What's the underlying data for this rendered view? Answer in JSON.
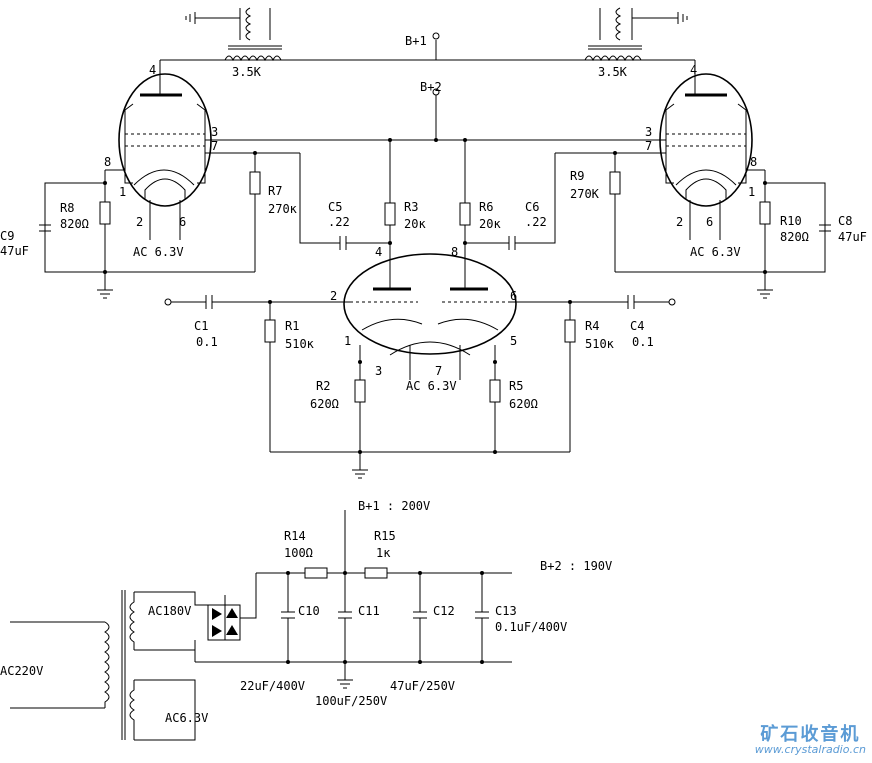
{
  "schematic": {
    "supplies": {
      "b1": "B+1",
      "b2": "B+2"
    },
    "transformers": {
      "left": "3.5K",
      "right": "3.5K"
    },
    "tube_pins": {
      "left": [
        "4",
        "3",
        "7",
        "8",
        "1",
        "2",
        "6"
      ],
      "right": [
        "4",
        "3",
        "7",
        "8",
        "1",
        "2",
        "6"
      ],
      "center": [
        "2",
        "6",
        "4",
        "8",
        "1",
        "3",
        "7",
        "5"
      ]
    },
    "heaters": {
      "left": "AC 6.3V",
      "right": "AC 6.3V",
      "center": "AC 6.3V"
    },
    "components": {
      "c9": {
        "name": "C9",
        "value": "47uF"
      },
      "r8": {
        "name": "R8",
        "value": "820Ω"
      },
      "r7": {
        "name": "R7",
        "value": "270κ"
      },
      "c5": {
        "name": "C5",
        "value": ".22"
      },
      "r3": {
        "name": "R3",
        "value": "20κ"
      },
      "r6": {
        "name": "R6",
        "value": "20κ"
      },
      "c6": {
        "name": "C6",
        "value": ".22"
      },
      "r9": {
        "name": "R9",
        "value": "270K"
      },
      "r10": {
        "name": "R10",
        "value": "820Ω"
      },
      "c8": {
        "name": "C8",
        "value": "47uF"
      },
      "c1": {
        "name": "C1",
        "value": "0.1"
      },
      "r1": {
        "name": "R1",
        "value": "510κ"
      },
      "r4": {
        "name": "R4",
        "value": "510κ"
      },
      "c4": {
        "name": "C4",
        "value": "0.1"
      },
      "r2": {
        "name": "R2",
        "value": "620Ω"
      },
      "r5": {
        "name": "R5",
        "value": "620Ω"
      }
    }
  },
  "power_supply": {
    "b1_label": "B+1 : 200V",
    "b2_label": "B+2 : 190V",
    "r14": {
      "name": "R14",
      "value": "100Ω"
    },
    "r15": {
      "name": "R15",
      "value": "1κ"
    },
    "c10": "C10",
    "c11": "C11",
    "c12": "C12",
    "c13": {
      "name": "C13",
      "value": "0.1uF/400V"
    },
    "ac_in": "AC220V",
    "ac_hv": "AC180V",
    "ac_heater": "AC6.3V",
    "cap_note_1": "22uF/400V",
    "cap_note_2": "100uF/250V",
    "cap_note_3": "47uF/250V"
  },
  "watermark": {
    "title": "矿石收音机",
    "url": "www.crystalradio.cn"
  },
  "colors": {
    "ink": "#000000",
    "watermark": "#5b9bd5",
    "background": "#ffffff"
  }
}
